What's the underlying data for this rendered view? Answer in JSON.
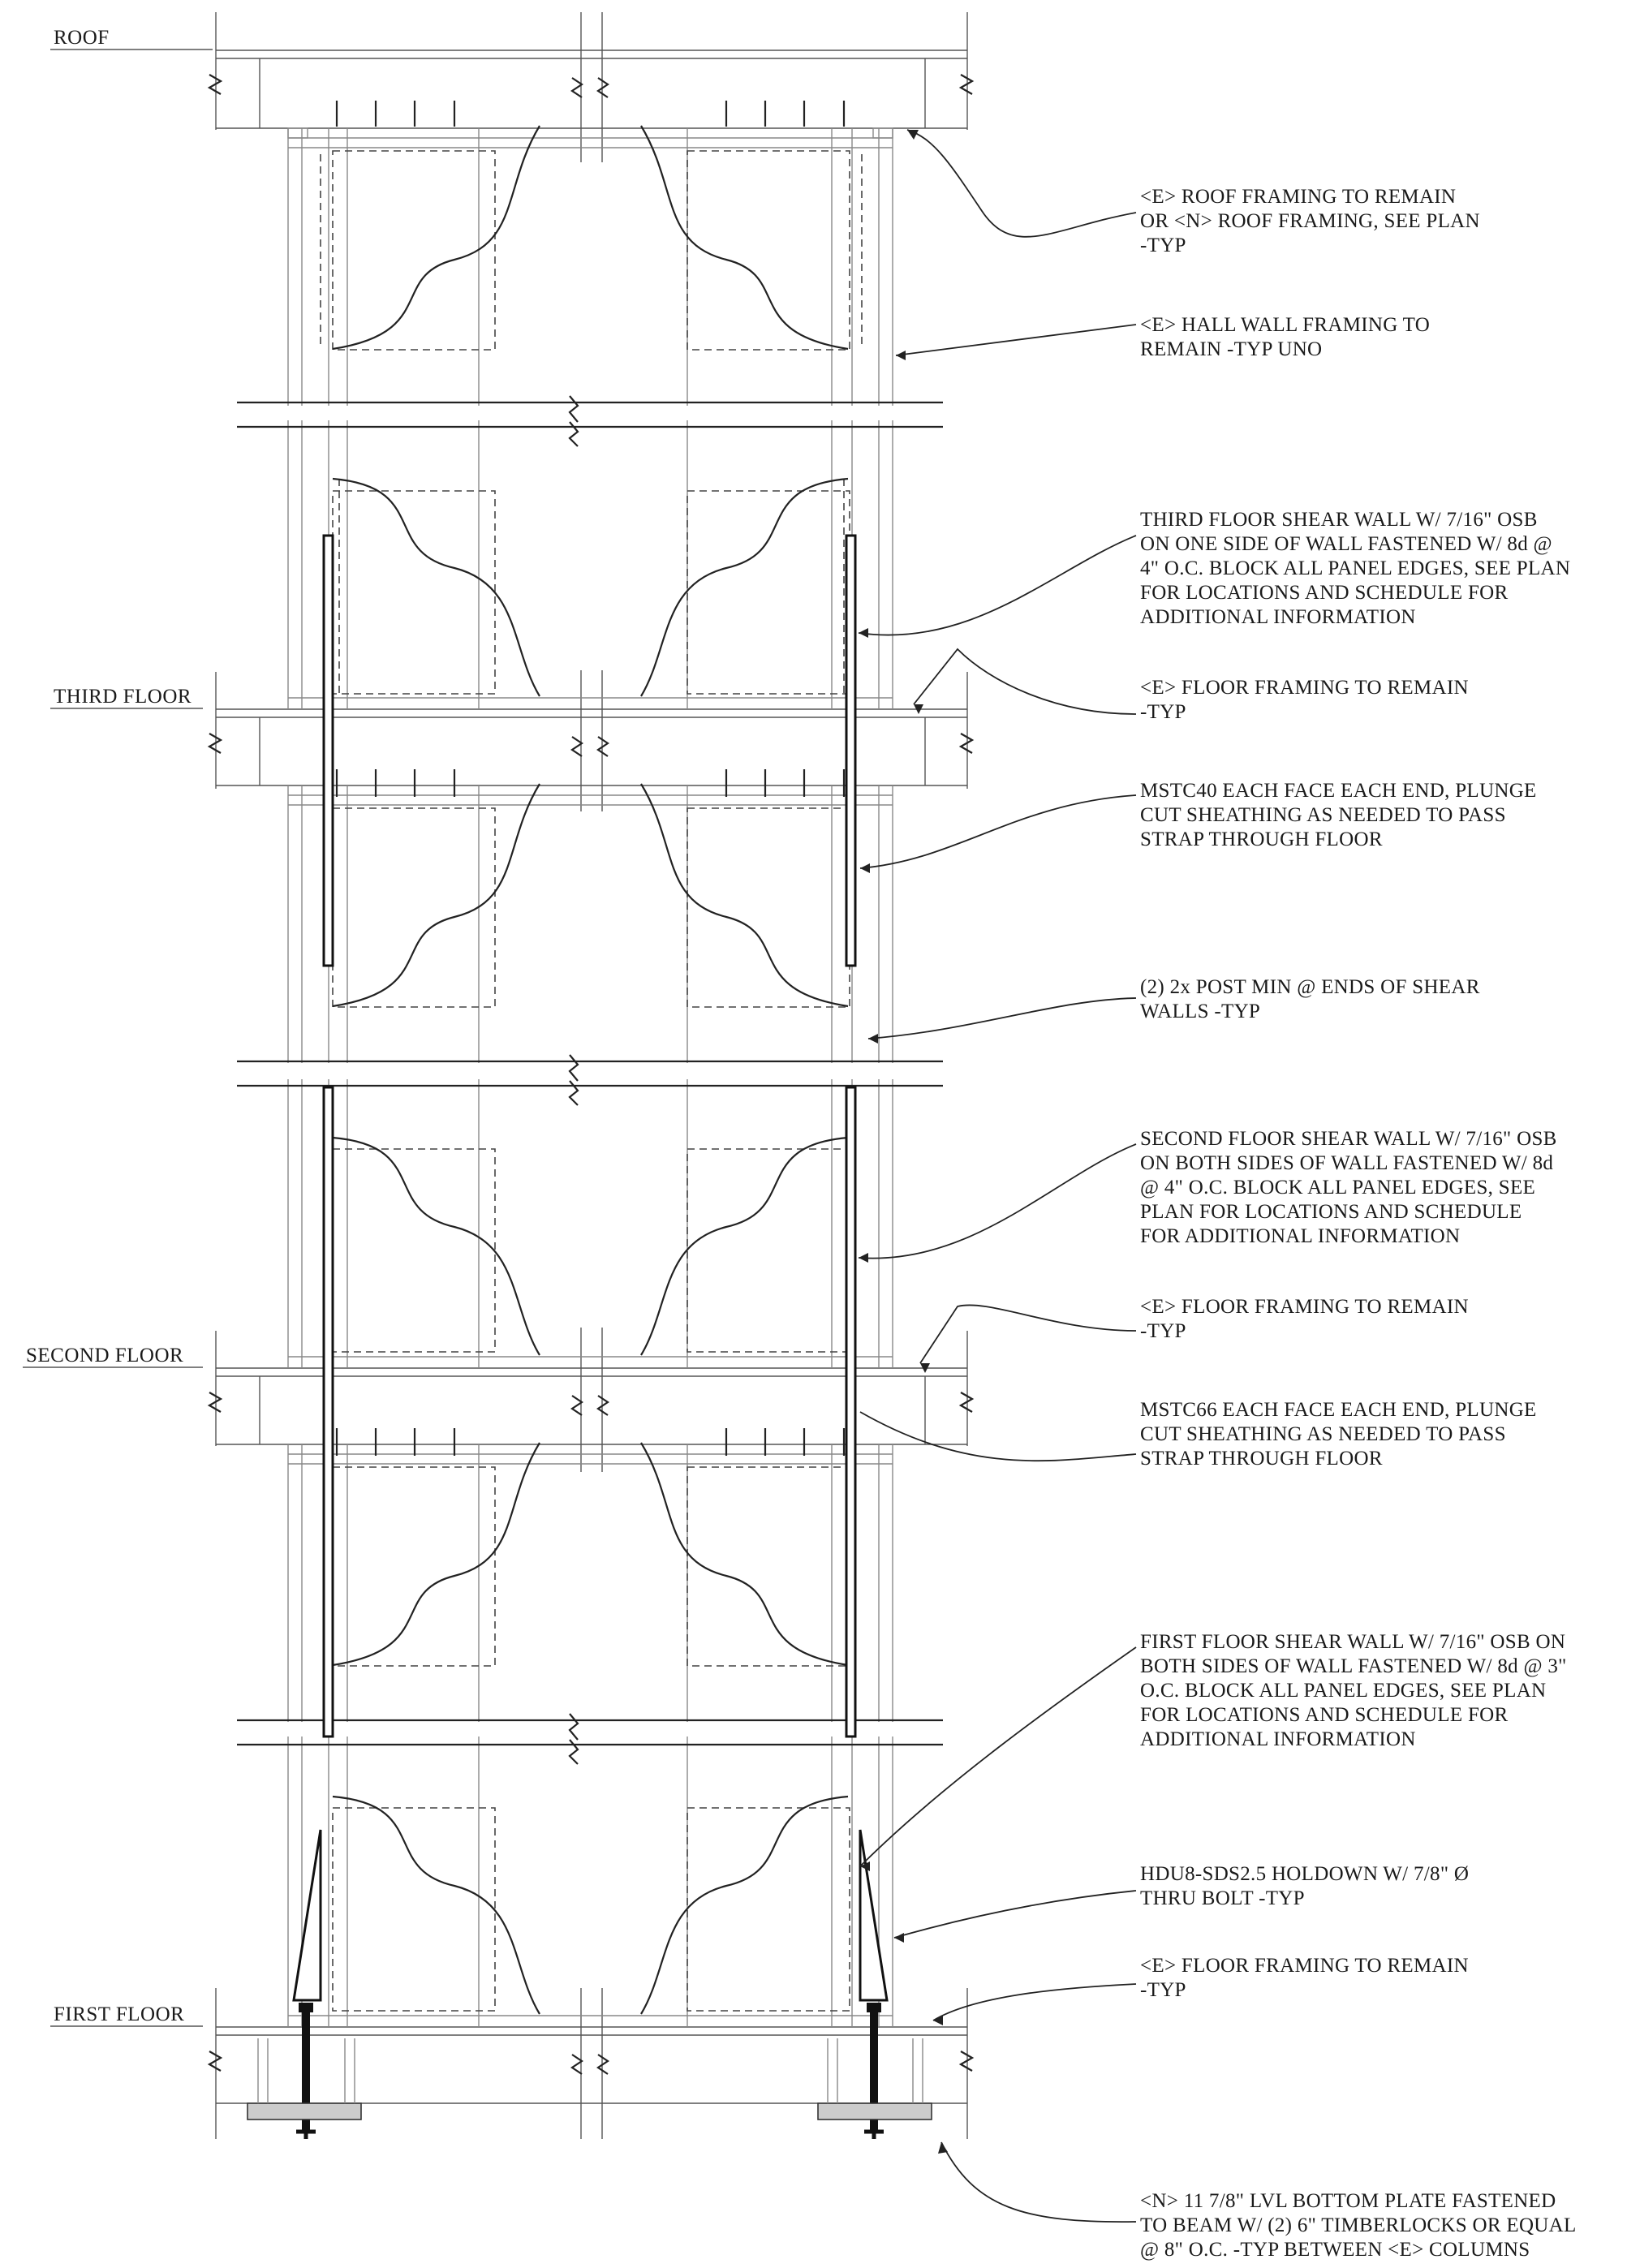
{
  "levels": {
    "roof": "ROOF",
    "third_floor": "THIRD FLOOR",
    "second_floor": "SECOND FLOOR",
    "first_floor": "FIRST FLOOR"
  },
  "notes": {
    "n1": [
      "<E> ROOF FRAMING TO REMAIN",
      "OR <N> ROOF FRAMING, SEE PLAN",
      "-TYP"
    ],
    "n2": [
      "<E> HALL WALL FRAMING TO",
      "REMAIN -TYP UNO"
    ],
    "n3": [
      "THIRD FLOOR SHEAR WALL W/ 7/16\" OSB",
      "ON ONE SIDE OF WALL FASTENED W/ 8d @",
      "4\" O.C. BLOCK ALL PANEL EDGES, SEE PLAN",
      "FOR LOCATIONS AND SCHEDULE FOR",
      "ADDITIONAL INFORMATION"
    ],
    "n4": [
      "<E> FLOOR FRAMING TO REMAIN",
      "-TYP"
    ],
    "n5": [
      "MSTC40 EACH FACE EACH END, PLUNGE",
      "CUT SHEATHING AS NEEDED TO PASS",
      "STRAP THROUGH FLOOR"
    ],
    "n6": [
      "(2) 2x POST MIN @ ENDS OF SHEAR",
      "WALLS -TYP"
    ],
    "n7": [
      "SECOND FLOOR SHEAR WALL W/ 7/16\" OSB",
      "ON BOTH SIDES OF WALL FASTENED W/ 8d",
      "@ 4\" O.C. BLOCK ALL PANEL EDGES, SEE",
      "PLAN FOR LOCATIONS AND SCHEDULE",
      "FOR ADDITIONAL INFORMATION"
    ],
    "n8": [
      "<E> FLOOR FRAMING TO REMAIN",
      "-TYP"
    ],
    "n9": [
      "MSTC66 EACH FACE EACH END, PLUNGE",
      "CUT SHEATHING AS NEEDED TO PASS",
      "STRAP THROUGH FLOOR"
    ],
    "n10": [
      "FIRST FLOOR SHEAR WALL W/ 7/16\" OSB ON",
      "BOTH SIDES OF WALL FASTENED W/ 8d @ 3\"",
      "O.C. BLOCK ALL PANEL EDGES, SEE PLAN",
      "FOR LOCATIONS AND SCHEDULE FOR",
      "ADDITIONAL INFORMATION"
    ],
    "n11": [
      "HDU8-SDS2.5 HOLDOWN W/ 7/8\" Ø",
      "THRU BOLT -TYP"
    ],
    "n12": [
      "<E> FLOOR FRAMING TO REMAIN",
      "-TYP"
    ],
    "n13": [
      "<N> 11 7/8\" LVL BOTTOM PLATE FASTENED",
      "TO BEAM W/ (2) 6\" TIMBERLOCKS OR EQUAL",
      "@ 8\" O.C. -TYP BETWEEN <E> COLUMNS"
    ]
  }
}
